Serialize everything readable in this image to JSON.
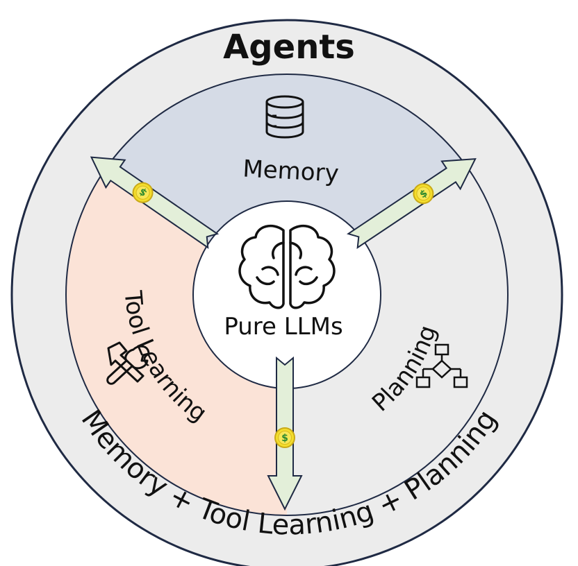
{
  "title": "Agents",
  "center_label": "Pure LLMs",
  "sectors": {
    "memory": "Memory",
    "tool_learning": "Tool Learning",
    "planning": "Planning"
  },
  "outer_caption": "Memory + Tool Learning + Planning",
  "coin_symbol": "$",
  "icons": [
    "database-icon",
    "brain-icon",
    "hammer-wrench-icon",
    "flowchart-icon",
    "dollar-coin-icon"
  ],
  "colors": {
    "outer_ring": "#ececec",
    "memory": "#d5dbe6",
    "tool_learning": "#fbe3d7",
    "planning": "#ececec",
    "arrow_fill": "#e3efd9",
    "coin": "#f3dd2c",
    "coin_symbol": "#2f8a2f",
    "outline": "#1f2a44"
  }
}
